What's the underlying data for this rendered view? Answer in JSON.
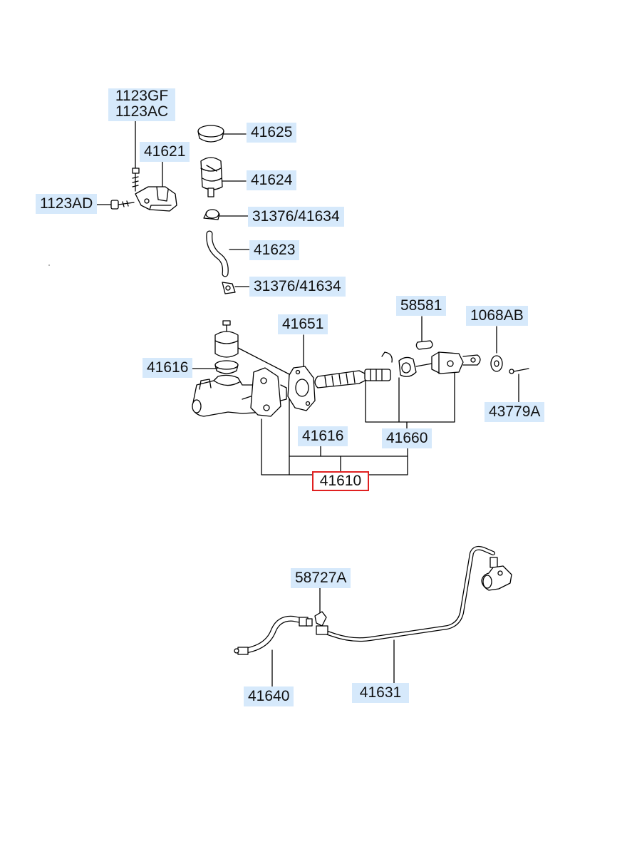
{
  "labels": {
    "p1123gf": "1123GF",
    "p1123ac": "1123AC",
    "p41621": "41621",
    "p1123ad": "1123AD",
    "p41625": "41625",
    "p41624": "41624",
    "p31376_top": "31376/41634",
    "p41623": "41623",
    "p31376_bottom": "31376/41634",
    "p41651": "41651",
    "p58581": "58581",
    "p1068ab": "1068AB",
    "p41616_left": "41616",
    "p43779a": "43779A",
    "p41616_mid": "41616",
    "p41660": "41660",
    "p41610": "41610",
    "p58727a": "58727A",
    "p41640": "41640",
    "p41631": "41631"
  },
  "colors": {
    "label_bg": "#d6e9fb",
    "selected_border": "#e02020",
    "line": "#000000"
  }
}
